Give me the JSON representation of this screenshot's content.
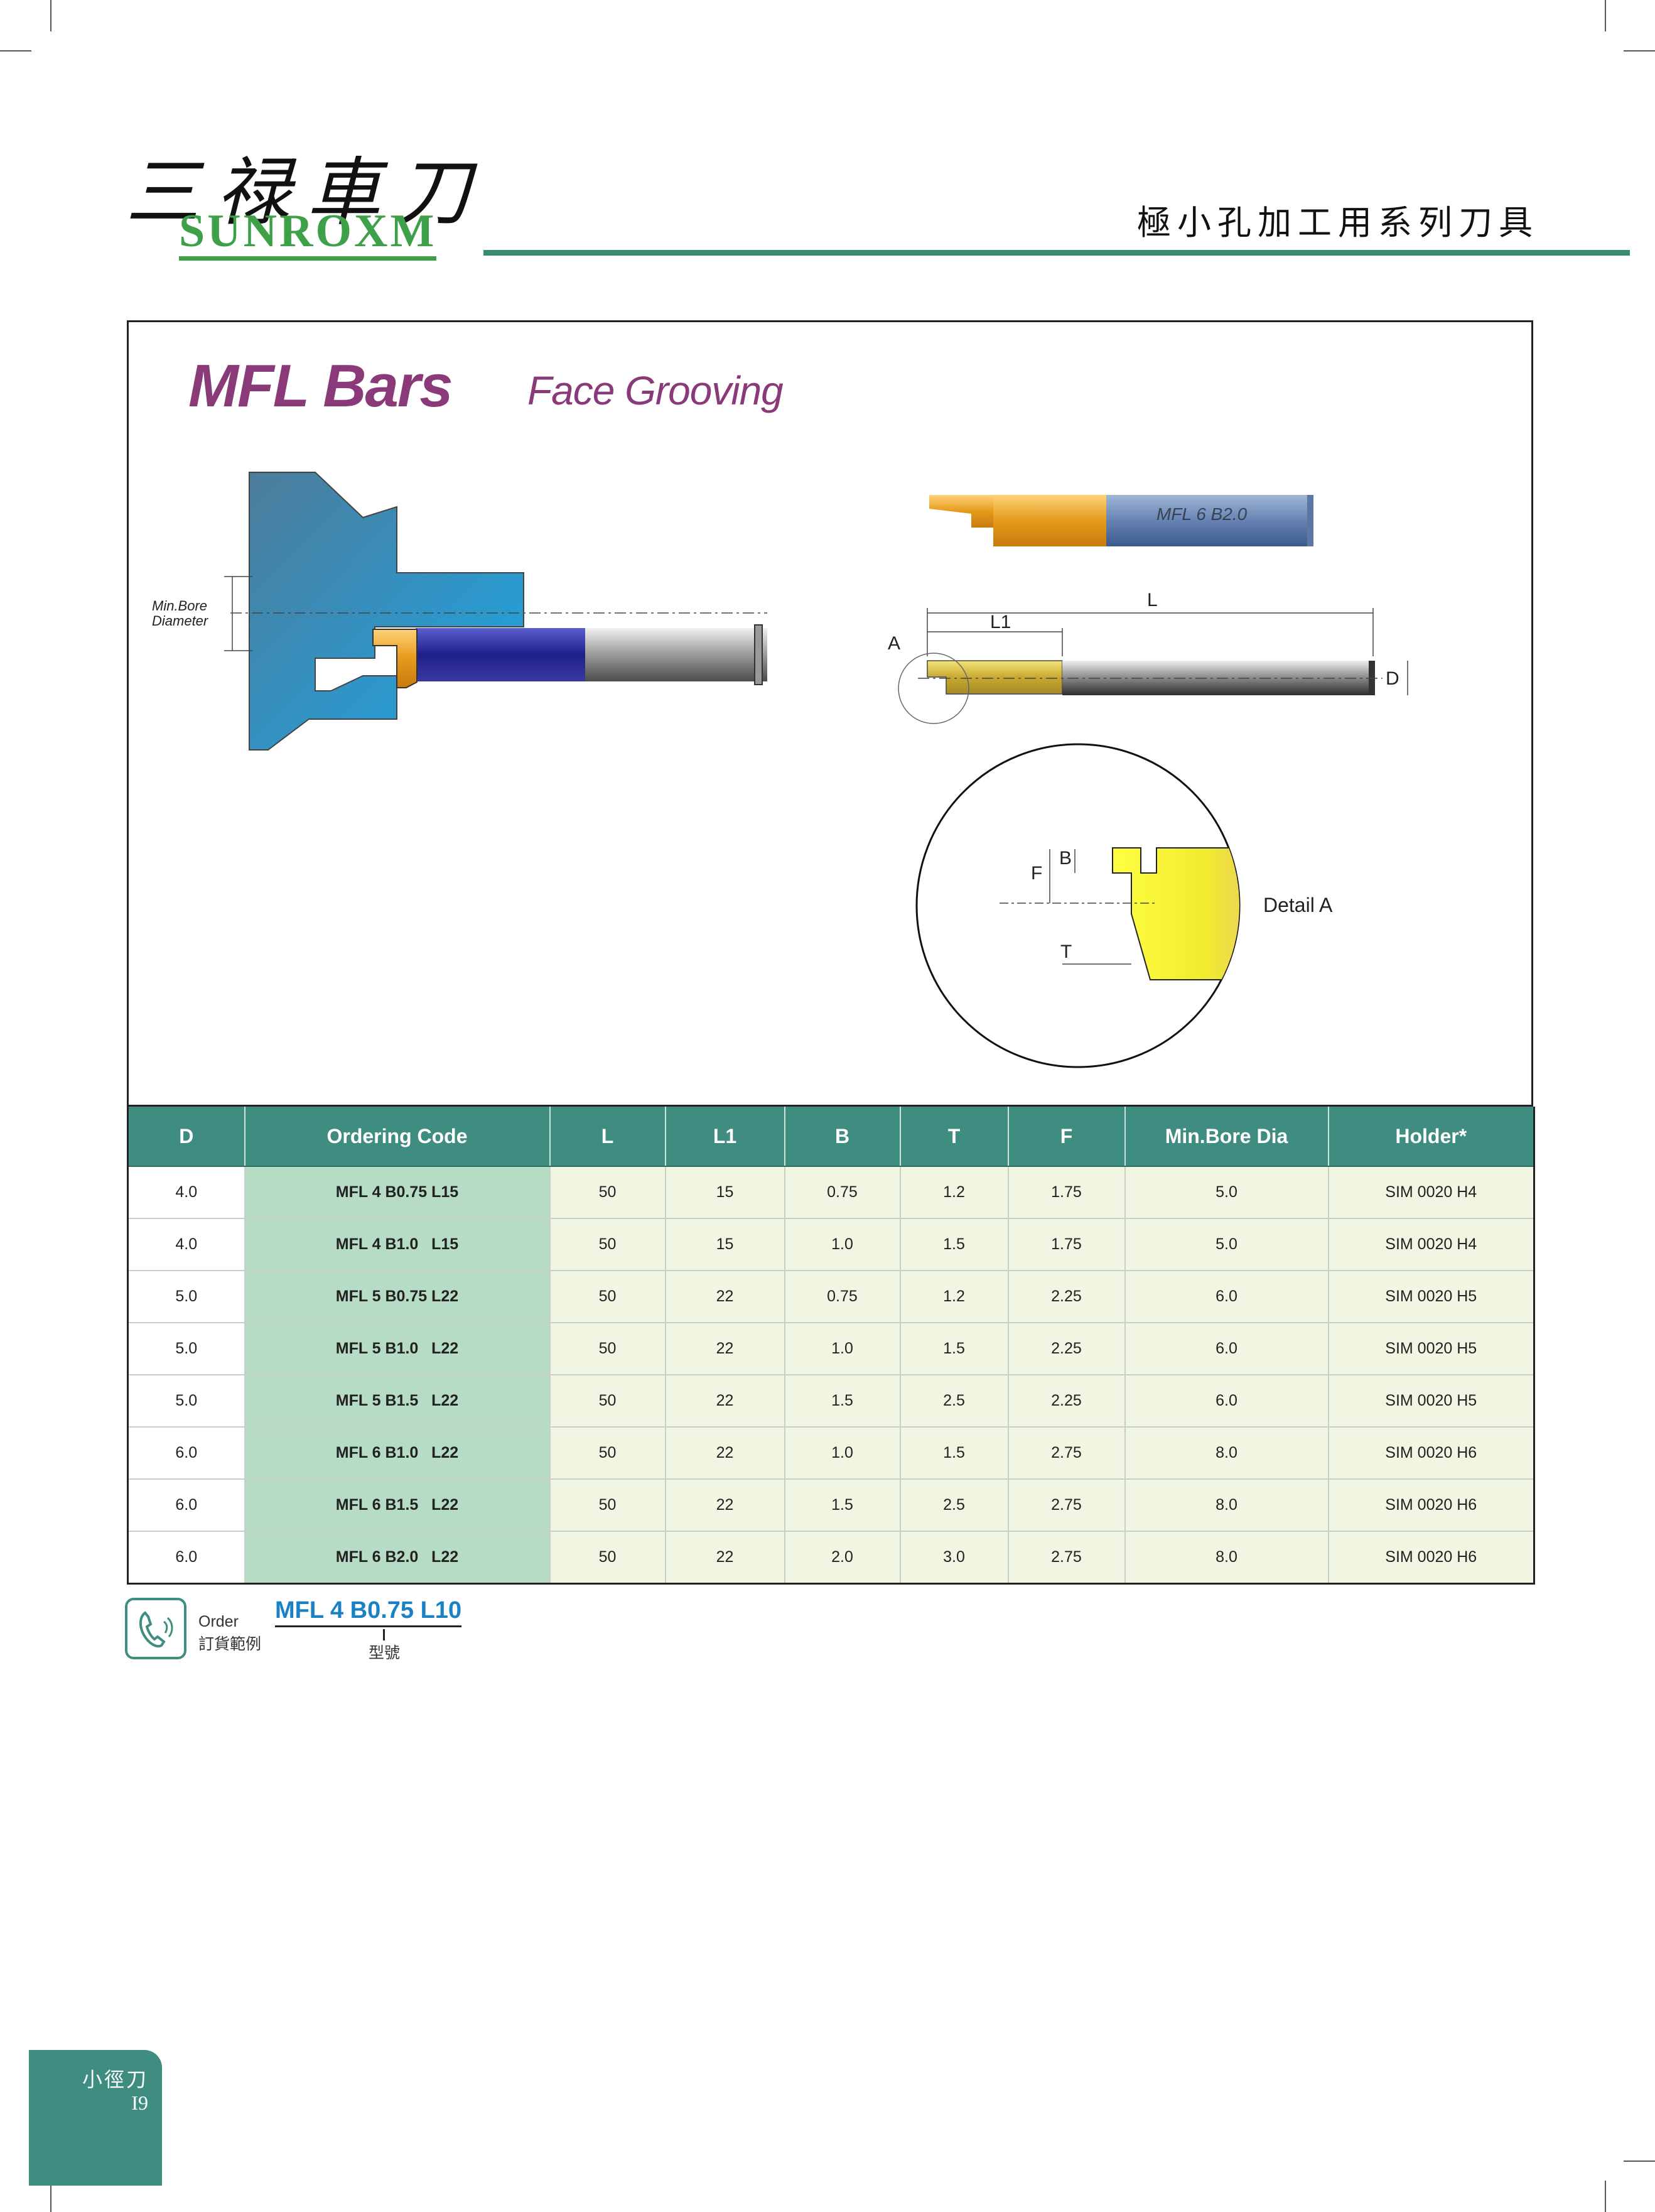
{
  "brand": {
    "name_cn": "三禄車刀",
    "name_en": "SUNROXM"
  },
  "header": {
    "series": "極小孔加工用系列刀具"
  },
  "product": {
    "title": "MFL Bars",
    "subtitle": "Face Grooving"
  },
  "diagram": {
    "min_bore_label_1": "Min.Bore",
    "min_bore_label_2": "Diameter",
    "tool_marking": "MFL 6 B2.0",
    "dim_L": "L",
    "dim_L1": "L1",
    "dim_D": "D",
    "dim_A": "A",
    "dim_B": "B",
    "dim_F": "F",
    "dim_T": "T",
    "detail_label": "Detail  A"
  },
  "table": {
    "headers": [
      "D",
      "Ordering  Code",
      "L",
      "L1",
      "B",
      "T",
      "F",
      "Min.Bore Dia",
      "Holder*"
    ],
    "rows": [
      [
        "4.0",
        "MFL 4 B0.75 L15",
        "50",
        "15",
        "0.75",
        "1.2",
        "1.75",
        "5.0",
        "SIM 0020 H4"
      ],
      [
        "4.0",
        "MFL 4 B1.0   L15",
        "50",
        "15",
        "1.0",
        "1.5",
        "1.75",
        "5.0",
        "SIM 0020 H4"
      ],
      [
        "5.0",
        "MFL 5 B0.75 L22",
        "50",
        "22",
        "0.75",
        "1.2",
        "2.25",
        "6.0",
        "SIM 0020 H5"
      ],
      [
        "5.0",
        "MFL 5 B1.0   L22",
        "50",
        "22",
        "1.0",
        "1.5",
        "2.25",
        "6.0",
        "SIM 0020 H5"
      ],
      [
        "5.0",
        "MFL 5 B1.5   L22",
        "50",
        "22",
        "1.5",
        "2.5",
        "2.25",
        "6.0",
        "SIM 0020 H5"
      ],
      [
        "6.0",
        "MFL 6 B1.0   L22",
        "50",
        "22",
        "1.0",
        "1.5",
        "2.75",
        "8.0",
        "SIM 0020 H6"
      ],
      [
        "6.0",
        "MFL 6 B1.5   L22",
        "50",
        "22",
        "1.5",
        "2.5",
        "2.75",
        "8.0",
        "SIM 0020 H6"
      ],
      [
        "6.0",
        "MFL 6 B2.0   L22",
        "50",
        "22",
        "2.0",
        "3.0",
        "2.75",
        "8.0",
        "SIM 0020 H6"
      ]
    ]
  },
  "order": {
    "label_en": "Order",
    "label_cn": "訂貨範例",
    "example_code": "MFL 4 B0.75 L10",
    "model_label": "型號"
  },
  "side_tab": {
    "category": "小徑刀",
    "page": "I9"
  },
  "colors": {
    "accent_green": "#3f8d80",
    "title_purple": "#8a3a78",
    "code_blue": "#1a82c4",
    "code_cell": "#b7dcc6",
    "cell_bg": "#f1f6e3"
  }
}
